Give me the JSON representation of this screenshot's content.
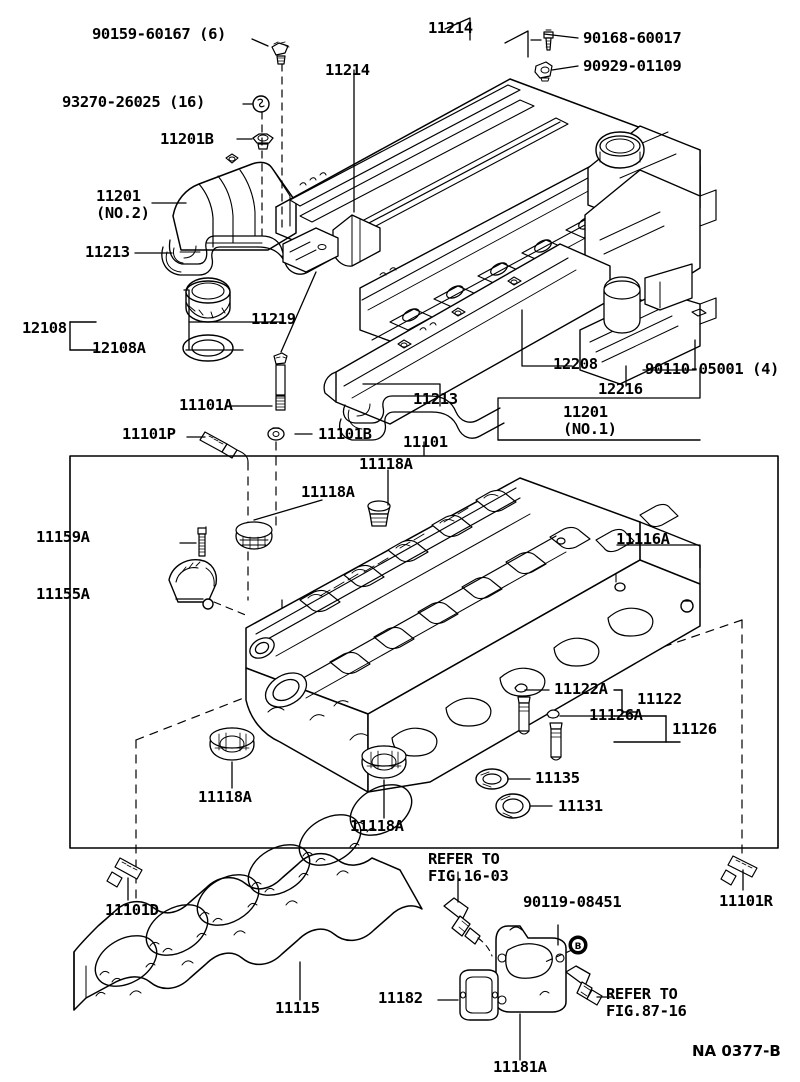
{
  "diagram": {
    "figure_code": "NA 0377-B",
    "title_implied": "Cylinder Head / Cylinder Head Cover exploded parts diagram",
    "background_color": "#ffffff",
    "line_color": "#000000"
  },
  "labels": {
    "l_90159": "90159-60167 (6)",
    "l_93270": "93270-26025 (16)",
    "l_11201B": "11201B",
    "l_11201_no2_a": "11201",
    "l_11201_no2_b": "(NO.2)",
    "l_11213_left": "11213",
    "l_12108": "12108",
    "l_12108A": "12108A",
    "l_11214_top": "11214",
    "l_11214_mid": "11214",
    "l_90168": "90168-60017",
    "l_90929": "90929-01109",
    "l_11219": "11219",
    "l_11101A": "11101A",
    "l_11213_right": "11213",
    "l_12208": "12208",
    "l_12216": "12216",
    "l_90110": "90110-05001 (4)",
    "l_11201_no1_a": "11201",
    "l_11201_no1_b": "(NO.1)",
    "l_11101P": "11101P",
    "l_11101B": "11101B",
    "l_11101": "11101",
    "l_11118A_top": "11118A",
    "l_11118A_upper_left": "11118A",
    "l_11159A": "11159A",
    "l_11155A": "11155A",
    "l_11116A": "11116A",
    "l_11122A": "11122A",
    "l_11122": "11122",
    "l_11126A": "11126A",
    "l_11126": "11126",
    "l_11135": "11135",
    "l_11131": "11131",
    "l_11118A_bottom_left": "11118A",
    "l_11118A_bottom_mid": "11118A",
    "l_11101D": "11101D",
    "l_11115": "11115",
    "l_refer_16_03_a": "REFER TO",
    "l_refer_16_03_b": "FIG.16-03",
    "l_90119": "90119-08451",
    "l_11101R": "11101R",
    "l_11182": "11182",
    "l_11181A": "11181A",
    "l_refer_87_16_a": "REFER TO",
    "l_refer_87_16_b": "FIG.87-16",
    "l_figure_code": "NA 0377-B"
  }
}
